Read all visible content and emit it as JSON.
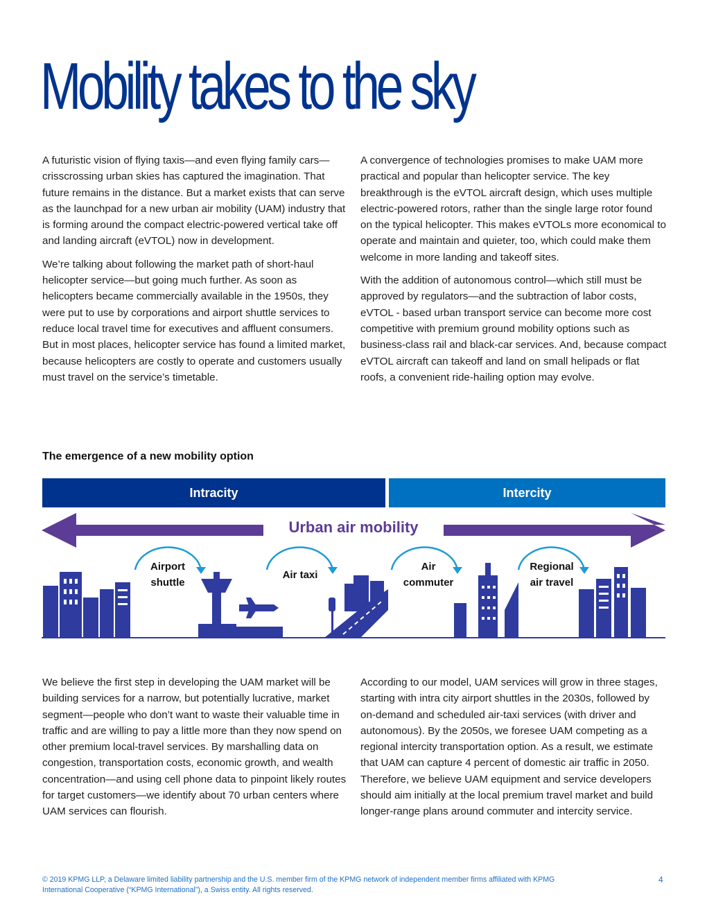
{
  "title": "Mobility takes to the sky",
  "intro": {
    "left": [
      "A futuristic vision of flying taxis—and even flying family cars—crisscrossing urban skies has captured the imagination. That future remains in the distance. But a market exists that can serve as the launchpad for a new urban air mobility (UAM) industry that is forming around the compact electric-powered vertical take off and landing aircraft (eVTOL) now in development.",
      "We’re talking about following the market path of short-haul helicopter service—but going much further. As soon as helicopters became commercially available in the 1950s, they were put to use by corporations and airport shuttle services to reduce local travel time for executives and affluent consumers. But in most places, helicopter service has found a limited market, because helicopters are costly to operate and customers usually must travel on the service’s timetable."
    ],
    "right": [
      "A convergence of technologies promises to make UAM more practical and popular than helicopter service. The key breakthrough is the eVTOL aircraft design, which uses multiple electric-powered rotors, rather than the single large rotor found on the typical helicopter. This makes eVTOLs more economical to operate and maintain and quieter, too, which could make them welcome in more landing and takeoff sites.",
      "With the addition of autonomous control—which still must be approved by regulators—and the subtraction of labor costs, eVTOL - based urban transport service can become more cost competitive with premium ground mobility options such as business-class rail and black-car services. And, because compact eVTOL aircraft can takeoff and land on small helipads or flat roofs, a convenient ride-hailing option may evolve."
    ]
  },
  "figure": {
    "title": "The emergence of a new mobility option",
    "band_left": "Intracity",
    "band_right": "Intercity",
    "arrow_label": "Urban air mobility",
    "stages": [
      "Airport\nshuttle",
      "Air taxi",
      "Air\ncommuter",
      "Regional\nair travel"
    ],
    "colors": {
      "dark_blue": "#00338d",
      "mid_blue": "#0070c0",
      "purple": "#5c3c96",
      "icon_blue": "#2f3b9f",
      "arc_blue": "#1e9ad6"
    }
  },
  "conclusion": {
    "left": "We believe the first step in developing the UAM market will be building services for a narrow, but potentially lucrative, market segment—people who don’t want to waste their valuable time in traffic and are willing to pay a little more than they now spend on other premium local-travel services. By marshalling data on congestion, transportation costs, economic growth, and wealth concentration—and using cell phone data to pinpoint likely routes for target customers—we identify about 70 urban centers where UAM services can flourish.",
    "right": "According to our model, UAM services will grow in three stages, starting with intra city airport shuttles in the 2030s, followed by on-demand and scheduled air-taxi services (with driver and autonomous). By the 2050s, we foresee UAM competing as a regional intercity transportation option. As a result, we estimate that UAM can capture 4 percent of domestic air traffic in 2050. Therefore, we believe UAM equipment and service developers should aim initially at the local premium travel market and build longer-range plans around commuter and intercity service."
  },
  "footer": {
    "text": "© 2019 KPMG LLP, a Delaware limited liability partnership and the U.S. member firm of the KPMG network of independent member firms affiliated with KPMG International Cooperative (“KPMG International”), a Swiss entity. All rights reserved.",
    "page": "4"
  }
}
